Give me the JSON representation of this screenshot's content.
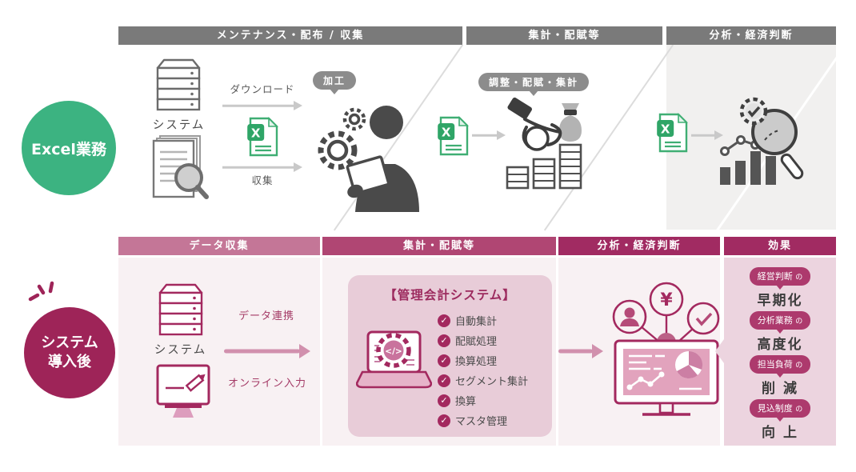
{
  "colors": {
    "green_circle": "#3cb381",
    "crimson_circle": "#9e2458",
    "gray_header": "#7a7a7a",
    "magenta_light_header": "#c47697",
    "magenta_mid_header": "#b04673",
    "magenta_dark_header": "#a12b62",
    "effects_panel": "#ecd4df",
    "system_box": "#e8ccd8",
    "band_pink_bg": "#f8f1f3",
    "icon_magenta": "#a3295f",
    "excel_green": "#2fa567"
  },
  "top": {
    "circle_label": "Excel業務",
    "headers": [
      "メンテナンス・配布 / 収集",
      "集計・配賦等",
      "分析・経済判断"
    ],
    "system_label": "システム",
    "download_label": "ダウンロード",
    "collect_label": "収集",
    "process_bubble": "加工",
    "adjust_bubble": "調整・配賦・集計"
  },
  "bottom": {
    "circle_label_line1": "システム",
    "circle_label_line2": "導入後",
    "headers": [
      "データ収集",
      "集計・配賦等",
      "分析・経済判断",
      "効果"
    ],
    "system_label": "システム",
    "data_link_label": "データ連携",
    "online_input_label": "オンライン入力",
    "box_title": "【管理会計システム】",
    "checklist": [
      "自動集計",
      "配賦処理",
      "換算処理",
      "セグメント集計",
      "換算",
      "マスタ管理"
    ],
    "check_glyph": "✓",
    "code_glyph": "</>",
    "yen_glyph": "¥",
    "effects": [
      {
        "badge": "経営判断",
        "particle": "の",
        "result": "早期化"
      },
      {
        "badge": "分析業務",
        "particle": "の",
        "result": "高度化"
      },
      {
        "badge": "担当負荷",
        "particle": "の",
        "result": "削 減"
      },
      {
        "badge": "見込制度",
        "particle": "の",
        "result": "向 上"
      }
    ]
  }
}
